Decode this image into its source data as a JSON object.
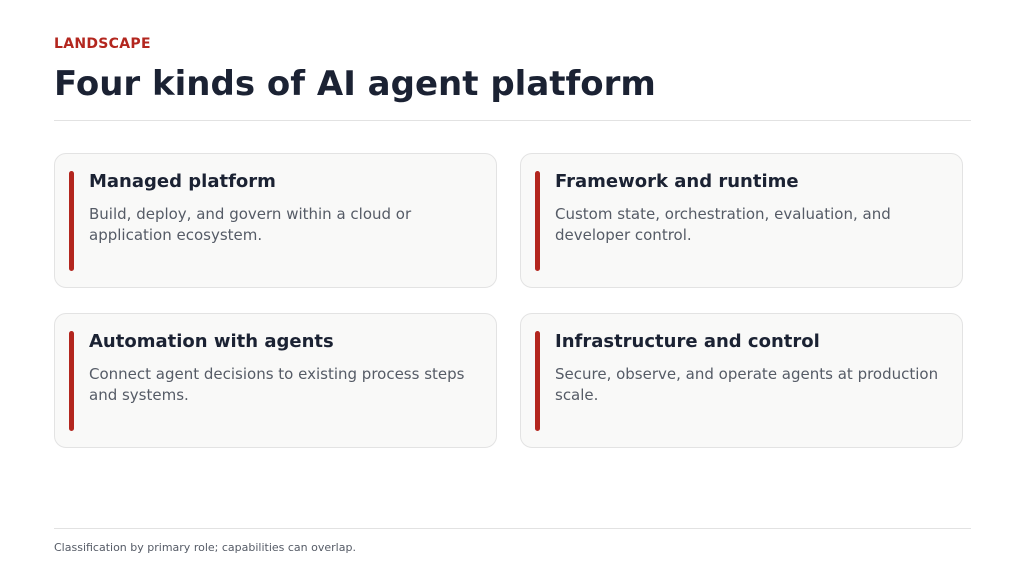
{
  "header": {
    "eyebrow": "LANDSCAPE",
    "title": "Four kinds of AI agent platform"
  },
  "cards": [
    {
      "title": "Managed platform",
      "description": "Build, deploy, and govern within a cloud or application ecosystem."
    },
    {
      "title": "Framework and runtime",
      "description": "Custom state, orchestration, evaluation, and developer control."
    },
    {
      "title": "Automation with agents",
      "description": "Connect agent decisions to existing process steps and systems."
    },
    {
      "title": "Infrastructure and control",
      "description": "Secure, observe, and operate agents at production scale."
    }
  ],
  "footer": {
    "note": "Classification by primary role; capabilities can overlap."
  },
  "colors": {
    "accent": "#b3261e",
    "title": "#1b2233",
    "body_text": "#555b66",
    "card_bg": "#f9f9f8"
  }
}
